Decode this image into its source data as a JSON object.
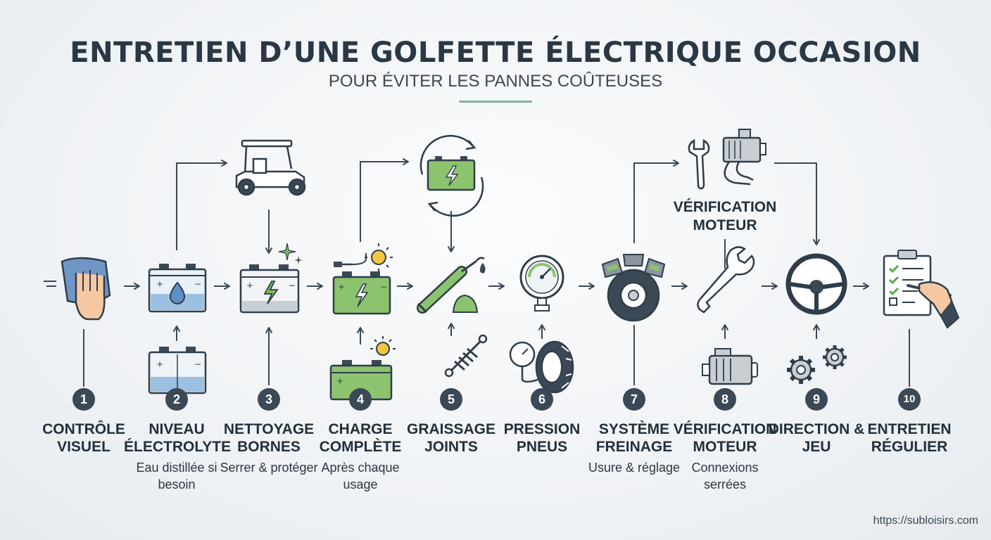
{
  "title": "ENTRETIEN D’UNE GOLFETTE ÉLECTRIQUE OCCASION",
  "subtitle": "POUR ÉVITER LES PANNES COÛTEUSES",
  "motor_top_label": "VÉRIFICATION MOTEUR",
  "footer_url": "https://subloisirs.com",
  "accent_color": "#7fb0a4",
  "steps": [
    {
      "number": "1",
      "label": "CONTRÔLE VISUEL",
      "note": "",
      "icon": "cleaning-hand-icon"
    },
    {
      "number": "2",
      "label": "NIVEAU ÉLECTROLYTE",
      "note": "Eau distillée si besoin",
      "icon": "battery-water-drop-icon"
    },
    {
      "number": "3",
      "label": "NETTOYAGE BORNES",
      "note": "Serrer & protéger",
      "icon": "battery-clean-icon"
    },
    {
      "number": "4",
      "label": "CHARGE COMPLÈTE",
      "note": "Après chaque usage",
      "icon": "battery-charging-icon"
    },
    {
      "number": "5",
      "label": "GRAISSAGE JOINTS",
      "note": "",
      "icon": "grease-gun-icon"
    },
    {
      "number": "6",
      "label": "PRESSION PNEUS",
      "note": "",
      "icon": "pressure-gauge-icon"
    },
    {
      "number": "7",
      "label": "SYSTÈME FREINAGE",
      "note": "Usure & réglage",
      "icon": "brake-wheel-icon"
    },
    {
      "number": "8",
      "label": "VÉRIFICATION MOTEUR",
      "note": "Connexions serrées",
      "icon": "wrench-icon"
    },
    {
      "number": "9",
      "label": "DIRECTION & JEU",
      "note": "",
      "icon": "steering-wheel-icon"
    },
    {
      "number": "10",
      "label": "ENTRETIEN RÉGULIER",
      "note": "",
      "icon": "checklist-icon"
    }
  ]
}
